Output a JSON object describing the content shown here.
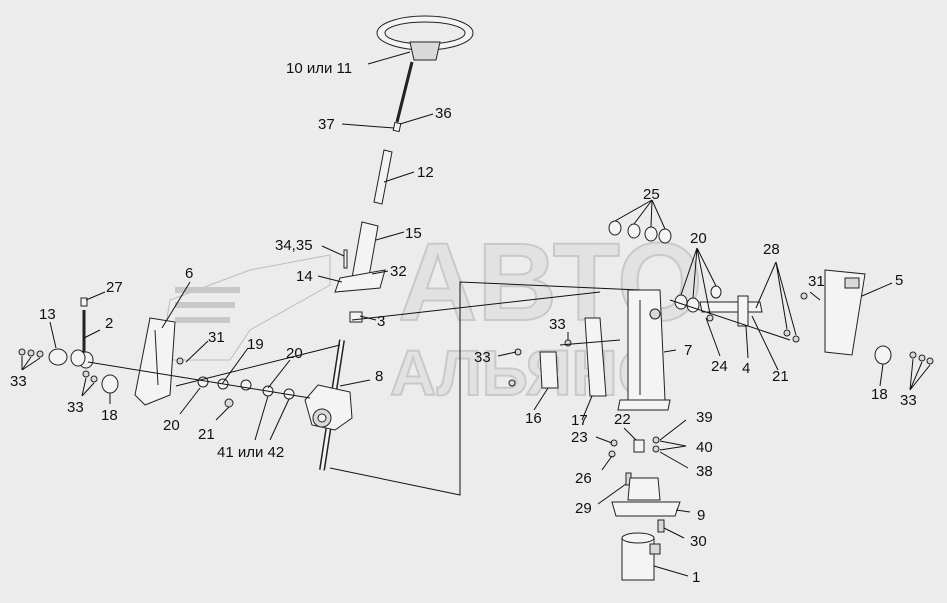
{
  "watermark": {
    "line1": "АВТО",
    "line2": "АЛЬЯНС"
  },
  "labels": {
    "l_10_11": "10 или 11",
    "l_36": "36",
    "l_37": "37",
    "l_12": "12",
    "l_34_35": "34,35",
    "l_15": "15",
    "l_14": "14",
    "l_32": "32",
    "l_3": "3",
    "l_6": "6",
    "l_27": "27",
    "l_13": "13",
    "l_2": "2",
    "l_31_left": "31",
    "l_19": "19",
    "l_20_mid": "20",
    "l_8": "8",
    "l_33_a": "33",
    "l_33_b": "33",
    "l_18_left": "18",
    "l_20_left": "20",
    "l_21_left": "21",
    "l_41_42": "41 или 42",
    "l_25": "25",
    "l_20_right": "20",
    "l_28": "28",
    "l_31_right": "31",
    "l_5": "5",
    "l_33_c": "33",
    "l_33_d": "33",
    "l_7": "7",
    "l_24": "24",
    "l_4": "4",
    "l_21_right": "21",
    "l_18_right": "18",
    "l_33_e": "33",
    "l_16": "16",
    "l_17": "17",
    "l_22": "22",
    "l_39": "39",
    "l_23": "23",
    "l_40": "40",
    "l_26": "26",
    "l_38": "38",
    "l_29": "29",
    "l_9": "9",
    "l_30": "30",
    "l_1": "1"
  }
}
